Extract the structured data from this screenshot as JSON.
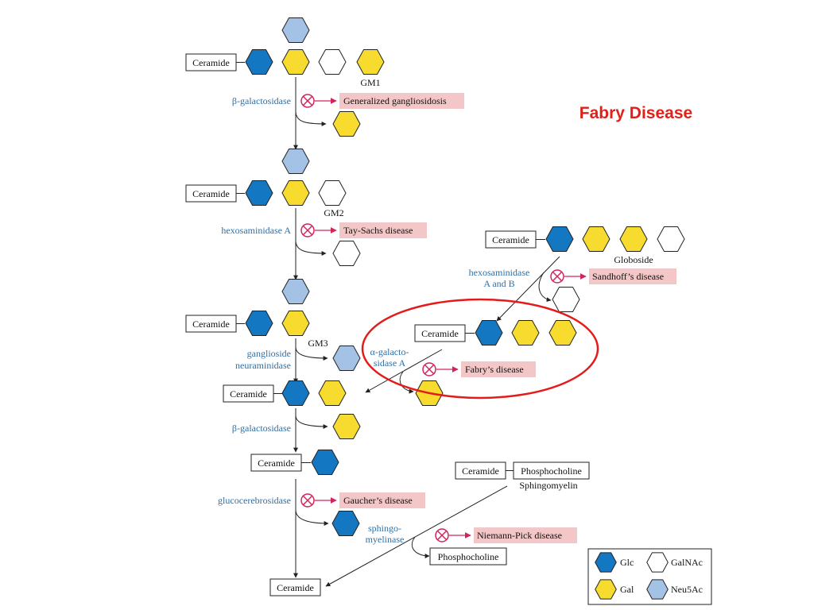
{
  "title": "Fabry Disease",
  "colors": {
    "glc": "#1477c2",
    "gal": "#f7dc2f",
    "galnac": "#ffffff",
    "neu5ac": "#a4c2e6",
    "enzyme_text": "#2f6fa5",
    "disease_bg": "#f3c7c7",
    "block_symbol": "#d0245a",
    "highlight_ellipse": "#e31b1b",
    "title": "#e0201b"
  },
  "boxes": {
    "gm1_ceramide": "Ceramide",
    "gm2_ceramide": "Ceramide",
    "gm3_ceramide": "Ceramide",
    "lac_ceramide": "Ceramide",
    "glc_ceramide": "Ceramide",
    "final_ceramide": "Ceramide",
    "globoside_ceramide": "Ceramide",
    "trihexosyl_ceramide": "Ceramide",
    "sphingomyelin_ceramide": "Ceramide",
    "sphingomyelin_phosphocholine": "Phosphocholine",
    "free_phosphocholine": "Phosphocholine"
  },
  "names": {
    "gm1": "GM1",
    "gm2": "GM2",
    "gm3": "GM3",
    "globoside": "Globoside",
    "sphingomyelin": "Sphingomyelin"
  },
  "enzymes": {
    "beta_gal_1": "β-galactosidase",
    "hexa_1": "hexosaminidase A",
    "gang_neur_1": "ganglioside",
    "gang_neur_2": "neuraminidase",
    "beta_gal_2": "β-galactosidase",
    "glucocerebrosidase": "glucocerebrosidase",
    "hexab_1": "hexosaminidase",
    "hexab_2": "A and B",
    "alpha_gal_1": "α-galacto-",
    "alpha_gal_2": "sidase A",
    "sphingo_1": "sphingo-",
    "sphingo_2": "myelinase"
  },
  "diseases": {
    "generalized_gangliosidosis": "Generalized gangliosidosis",
    "tay_sachs": "Tay-Sachs disease",
    "sandhoff": "Sandhoff’s disease",
    "fabry": "Fabry’s disease",
    "gaucher": "Gaucher’s disease",
    "niemann_pick": "Niemann-Pick disease"
  },
  "legend": {
    "glc": "Glc",
    "galnac": "GalNAc",
    "gal": "Gal",
    "neu5ac": "Neu5Ac"
  }
}
